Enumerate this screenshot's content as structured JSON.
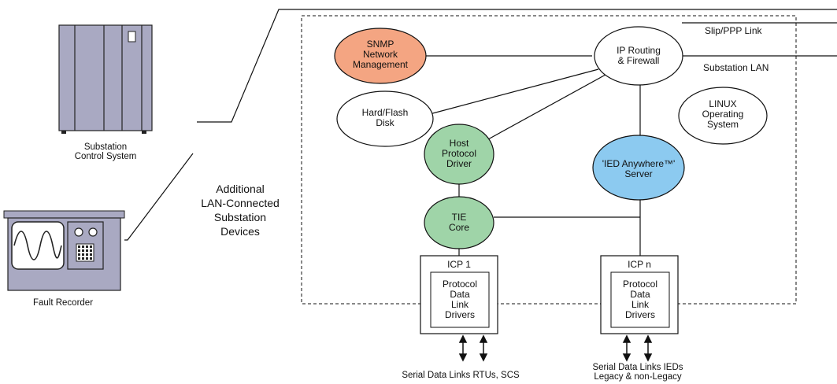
{
  "labels": {
    "snmp": "SNMP\nNetwork\nManagement",
    "ip_routing": "IP Routing\n& Firewall",
    "slip_ppp": "Slip/PPP Link",
    "substation_lan": "Substation LAN",
    "hard_flash": "Hard/Flash\nDisk",
    "linux": "LINUX\nOperating\nSystem",
    "host_protocol": "Host\nProtocol\nDriver",
    "ied_anywhere": "'IED Anywhere™'\nServer",
    "tie_core": "TIE\nCore",
    "icp1_title": "ICP 1",
    "icpn_title": "ICP n",
    "protocol_drivers_1": "Protocol\nData\nLink\nDrivers",
    "protocol_drivers_n": "Protocol\nData\nLink\nDrivers",
    "substation_control": "Substation\nControl System",
    "fault_recorder": "Fault Recorder",
    "additional_devices": "Additional\nLAN-Connected\nSubstation\nDevices",
    "serial_rtus": "Serial Data Links RTUs, SCS",
    "serial_ieds": "Serial Data Links IEDs\nLegacy & non-Legacy"
  },
  "colors": {
    "snmp_fill": "#f4a582",
    "host_fill": "#9fd4a8",
    "tie_fill": "#9fd4a8",
    "ied_fill": "#8ccaf0",
    "cabinet_fill": "#a9a9c2"
  },
  "icons": {
    "cabinet": "server-cabinet-icon",
    "recorder": "fault-recorder-icon"
  }
}
